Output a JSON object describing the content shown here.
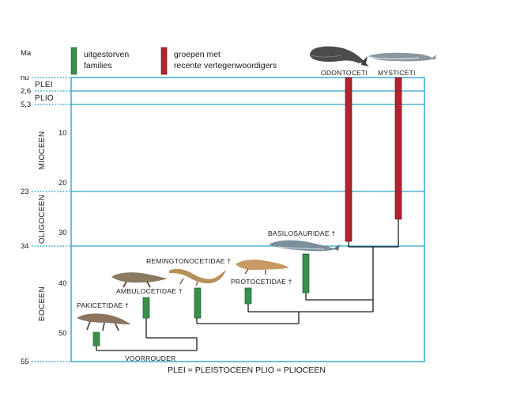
{
  "axis": {
    "unit": "Ma",
    "edge_labels": [
      "nu",
      "2,6",
      "5,3",
      "23",
      "34",
      "55"
    ],
    "inner_ticks": [
      "10",
      "20",
      "30",
      "40",
      "50"
    ]
  },
  "epochs": {
    "plei": "PLEI",
    "plio": "PLIO",
    "mioceen": "MIOCEEN",
    "oligoceen": "OLIGOCEEN",
    "eoceen": "EOCEEN"
  },
  "legend": {
    "extinct_line1": "uitgestorven",
    "extinct_line2": "families",
    "extant_line1": "groepen met",
    "extant_line2": "recente vertegenwoordigers",
    "extinct_color": "#3a8f4c",
    "extant_color": "#b0232f"
  },
  "families": {
    "pakicetidae": "PAKICETIDAE †",
    "ambulocetidae": "AMBULOCETIDAE †",
    "remingtonocetidae": "REMINGTONOCETIDAE †",
    "protocetidae": "PROTOCETIDAE †",
    "basilosauridae": "BASILOSAURIDAE †",
    "odontoceti": "ODONTOCETI",
    "mysticeti": "MYSTICETI",
    "ancestor": "VOORROUDER"
  },
  "footer": "PLEI = PLEISTOCEEN    PLIO = PLIOCEEN",
  "colors": {
    "frame": "#2aa7c9",
    "dotted": "#2aa7c9",
    "tree": "#1a1a1a"
  },
  "ranges_ma": {
    "odontoceti": [
      0,
      34
    ],
    "mysticeti": [
      0,
      30
    ],
    "basilosauridae": [
      34,
      41
    ],
    "protocetidae": [
      40,
      43
    ],
    "remingtonocetidae": [
      41,
      47
    ],
    "ambulocetidae": [
      43,
      47
    ],
    "pakicetidae": [
      50,
      53
    ]
  }
}
